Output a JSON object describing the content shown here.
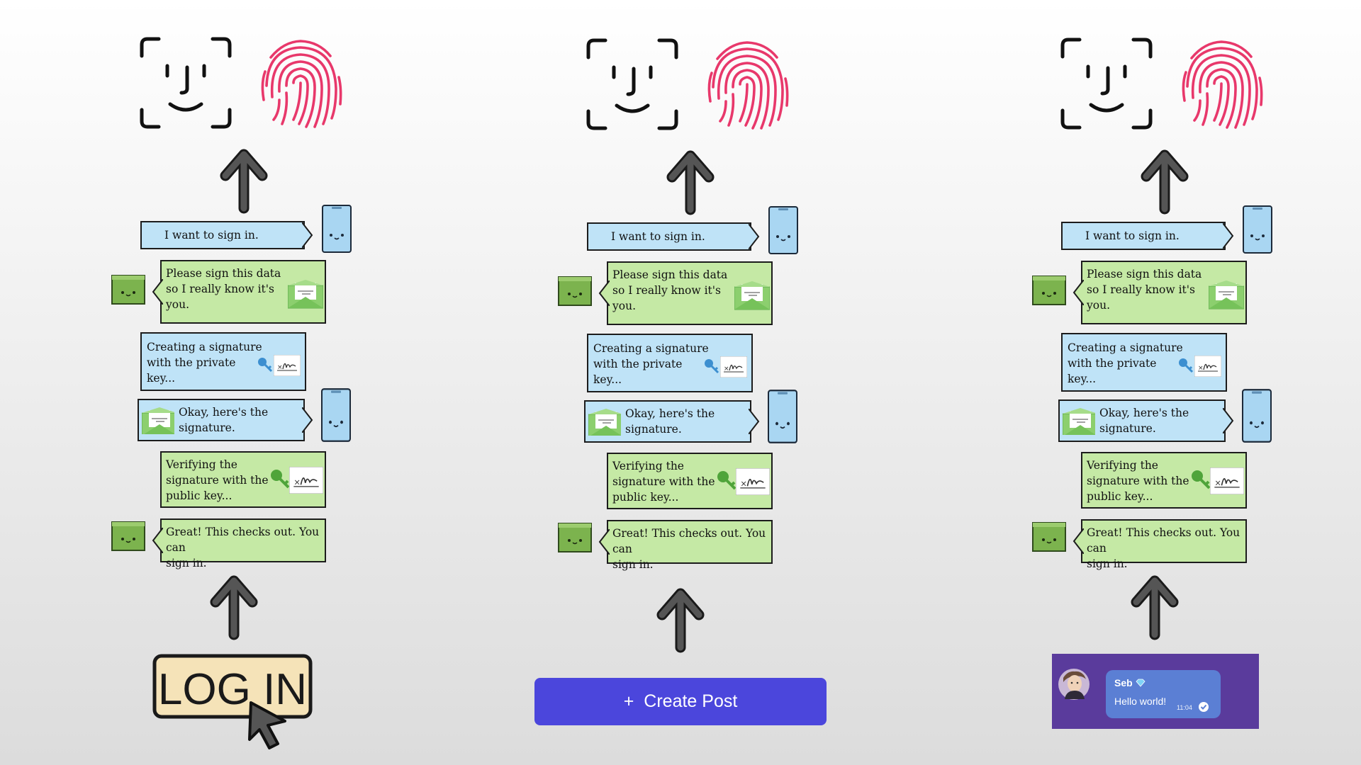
{
  "flow": {
    "step1": "I want to sign in.",
    "step2": "Please sign this data\nso I really know it's\nyou.",
    "step3": "Creating a signature\nwith the private\nkey...",
    "step4": "Okay, here's the\nsignature.",
    "step5": "Verifying the\nsignature with the\npublic key...",
    "step6": "Great! This checks out. You can\nsign in."
  },
  "login_graphic": {
    "text": "LOG IN"
  },
  "create_post": {
    "icon": "+",
    "label": "Create Post"
  },
  "chat": {
    "name": "Seb",
    "message": "Hello world!",
    "time": "11:04"
  },
  "colors": {
    "blue_bubble": "#bfe3f7",
    "green_bubble": "#c5e9a5",
    "fingerprint": "#e8386b",
    "create_post": "#4b46dc",
    "chat_panel": "#5a3b9c",
    "chat_bubble": "#5b7fd4"
  },
  "icons": [
    "face-id-icon",
    "fingerprint-icon",
    "arrow-up-icon",
    "phone-icon",
    "server-icon",
    "envelope-icon",
    "key-icon",
    "signature-icon",
    "cursor-icon",
    "avatar",
    "checkmark-icon"
  ]
}
